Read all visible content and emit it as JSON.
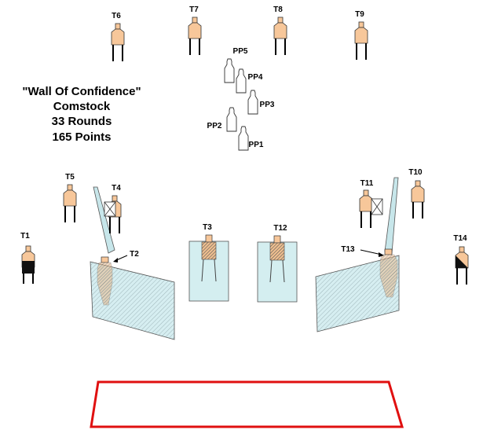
{
  "title_block": {
    "line1": "\"Wall Of Confidence\"",
    "line2": "Comstock",
    "line3": "33 Rounds",
    "line4": "165 Points"
  },
  "targets": {
    "T1": "T1",
    "T2": "T2",
    "T3": "T3",
    "T4": "T4",
    "T5": "T5",
    "T6": "T6",
    "T7": "T7",
    "T8": "T8",
    "T9": "T9",
    "T10": "T10",
    "T11": "T11",
    "T12": "T12",
    "T13": "T13",
    "T14": "T14"
  },
  "poppers": {
    "PP1": "PP1",
    "PP2": "PP2",
    "PP3": "PP3",
    "PP4": "PP4",
    "PP5": "PP5"
  },
  "colors": {
    "target_fill": "#f7c79a",
    "panel_fill": "#d4eef0",
    "hardcover": "#111111",
    "shooting_box": "#e01010"
  }
}
